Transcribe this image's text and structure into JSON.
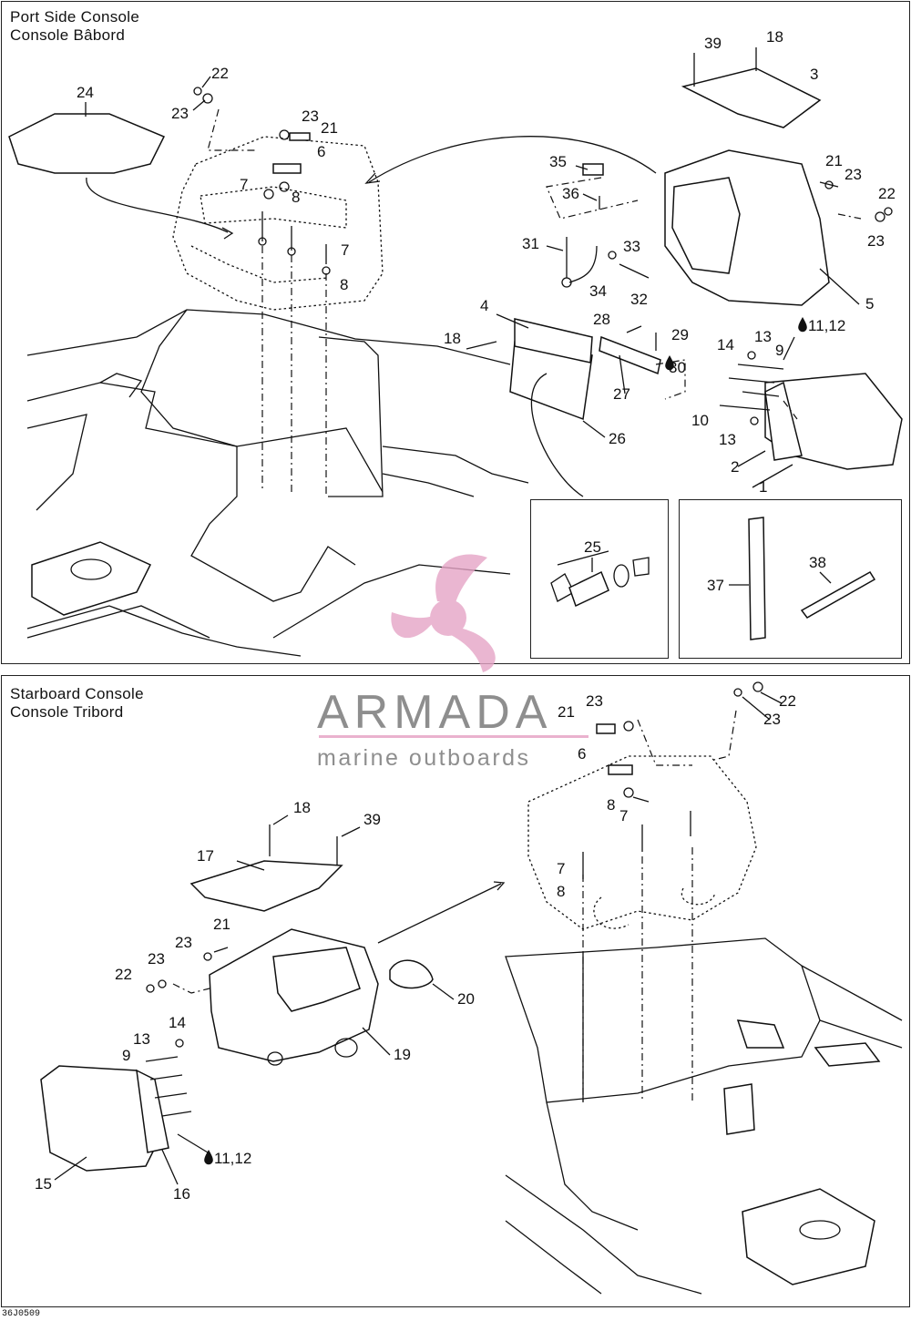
{
  "port_panel": {
    "title_en": "Port Side Console",
    "title_fr": "Console Bâbord"
  },
  "starboard_panel": {
    "title_en": "Starboard Console",
    "title_fr": "Console Tribord"
  },
  "watermark": {
    "brand": "ARMADA",
    "tagline": "marine outboards",
    "logo_color": "#e6a4c6",
    "text_color": "#7b7b7b"
  },
  "drawing_code": "36J0509",
  "top_callouts": [
    "24",
    "22",
    "23",
    "23",
    "21",
    "6",
    "7",
    "8",
    "7",
    "8",
    "39",
    "18",
    "3",
    "35",
    "36",
    "21",
    "23",
    "22",
    "23",
    "31",
    "33",
    "34",
    "32",
    "5",
    "4",
    "28",
    "29",
    "30",
    "18",
    "27",
    "13",
    "14",
    "9",
    "11,12",
    "10",
    "13",
    "26",
    "2",
    "1"
  ],
  "inset_a_callouts": [
    "25"
  ],
  "inset_b_callouts": [
    "37",
    "38"
  ],
  "bottom_callouts": [
    "21",
    "23",
    "22",
    "23",
    "6",
    "8",
    "7",
    "7",
    "8",
    "18",
    "39",
    "17",
    "21",
    "23",
    "23",
    "22",
    "20",
    "19",
    "14",
    "13",
    "9",
    "11,12",
    "15",
    "16"
  ],
  "icons": {
    "drop": "oil-drop-icon"
  }
}
